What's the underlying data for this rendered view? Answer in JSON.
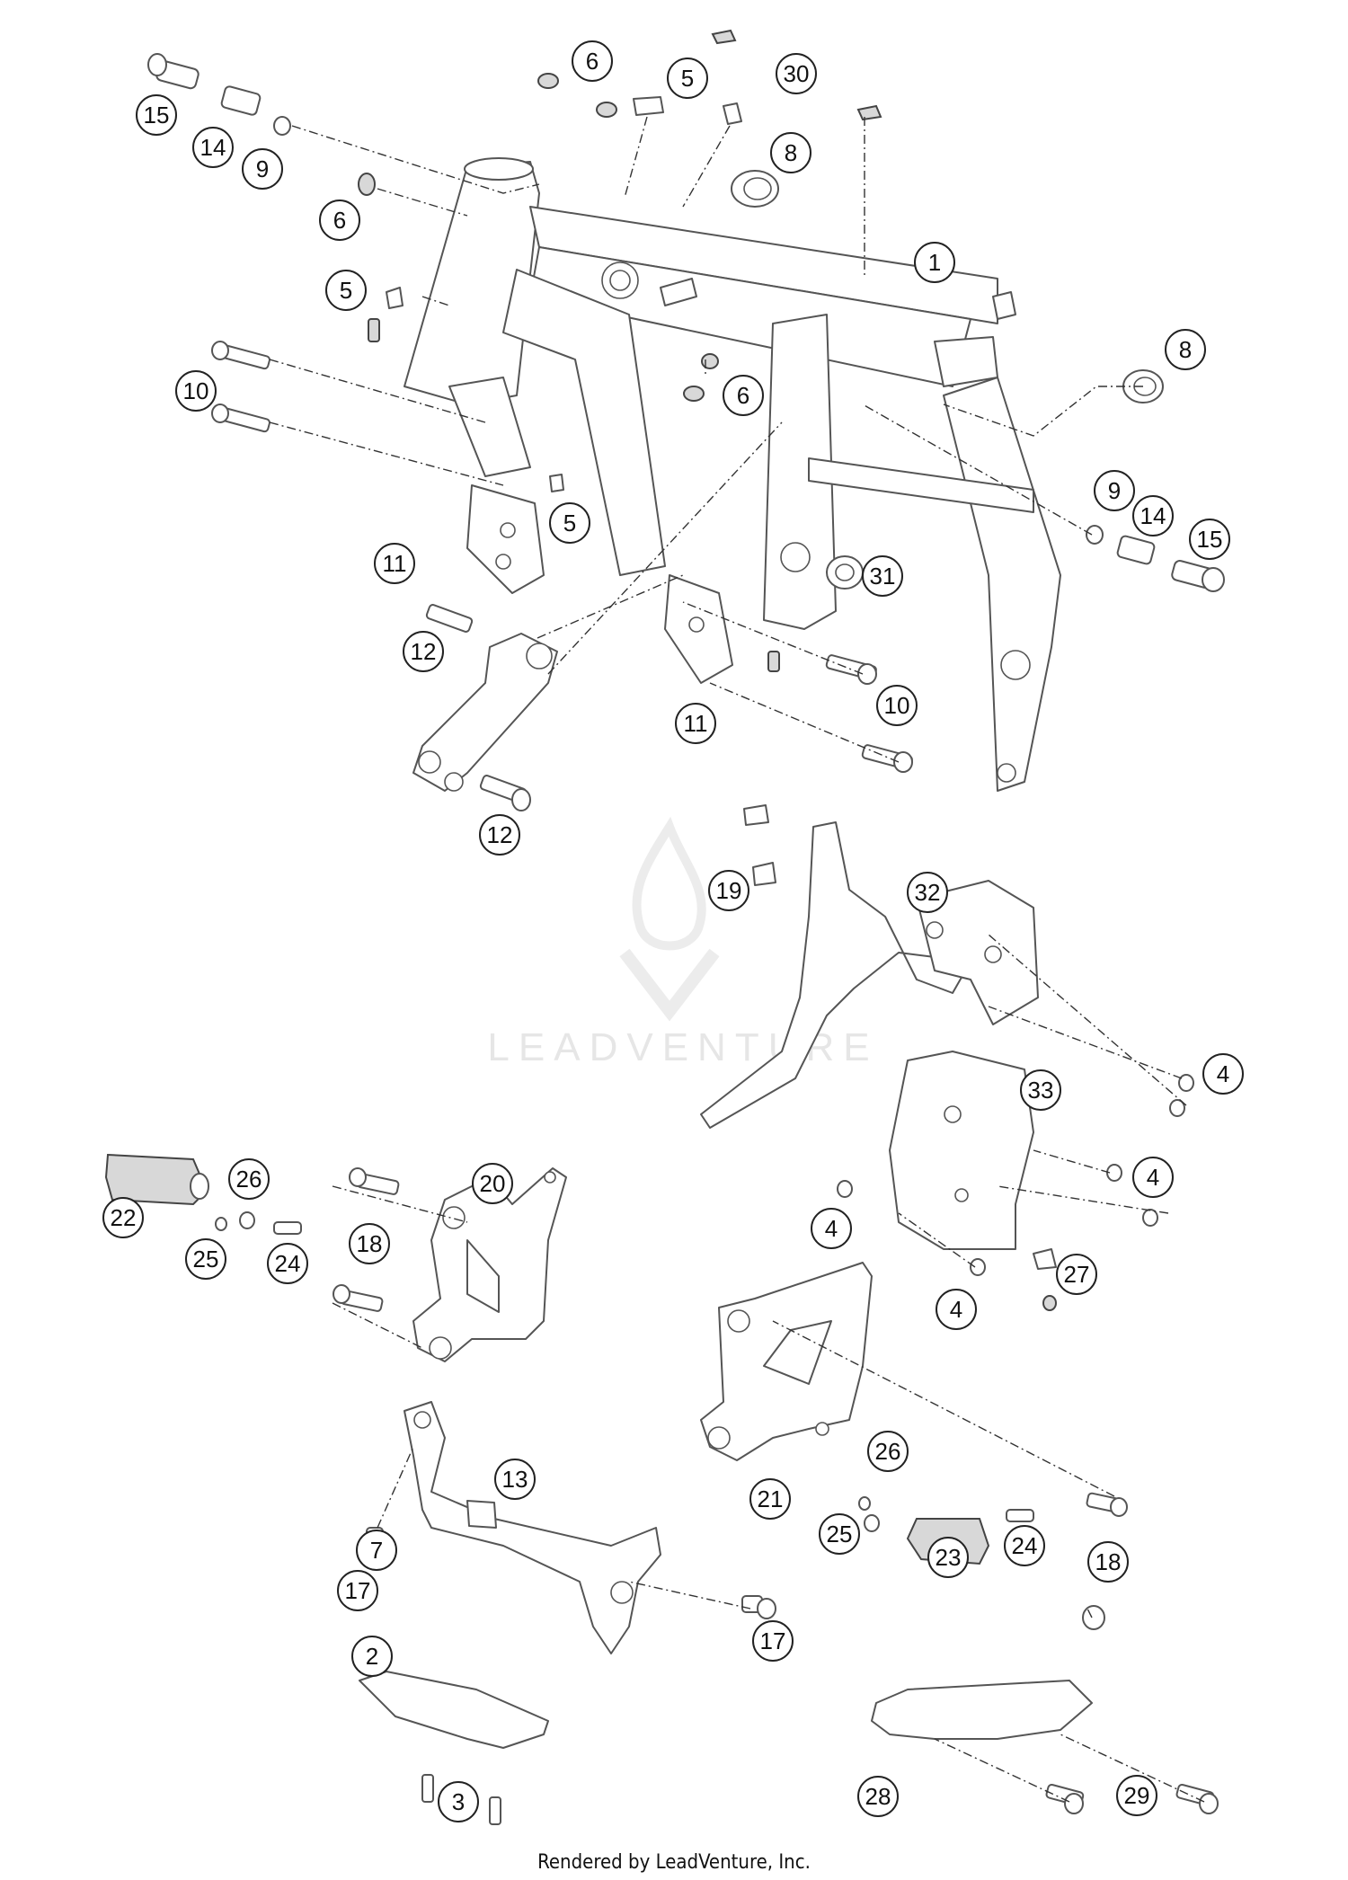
{
  "diagram": {
    "callouts": [
      {
        "label": "1"
      },
      {
        "label": "2"
      },
      {
        "label": "3"
      },
      {
        "label": "4"
      },
      {
        "label": "4"
      },
      {
        "label": "4"
      },
      {
        "label": "4"
      },
      {
        "label": "5"
      },
      {
        "label": "5"
      },
      {
        "label": "5"
      },
      {
        "label": "6"
      },
      {
        "label": "6"
      },
      {
        "label": "6"
      },
      {
        "label": "7"
      },
      {
        "label": "8"
      },
      {
        "label": "8"
      },
      {
        "label": "9"
      },
      {
        "label": "9"
      },
      {
        "label": "10"
      },
      {
        "label": "10"
      },
      {
        "label": "11"
      },
      {
        "label": "11"
      },
      {
        "label": "12"
      },
      {
        "label": "12"
      },
      {
        "label": "13"
      },
      {
        "label": "14"
      },
      {
        "label": "14"
      },
      {
        "label": "15"
      },
      {
        "label": "15"
      },
      {
        "label": "17"
      },
      {
        "label": "17"
      },
      {
        "label": "18"
      },
      {
        "label": "18"
      },
      {
        "label": "19"
      },
      {
        "label": "20"
      },
      {
        "label": "21"
      },
      {
        "label": "22"
      },
      {
        "label": "23"
      },
      {
        "label": "24"
      },
      {
        "label": "24"
      },
      {
        "label": "25"
      },
      {
        "label": "25"
      },
      {
        "label": "26"
      },
      {
        "label": "26"
      },
      {
        "label": "27"
      },
      {
        "label": "28"
      },
      {
        "label": "29"
      },
      {
        "label": "30"
      },
      {
        "label": "31"
      },
      {
        "label": "32"
      },
      {
        "label": "33"
      }
    ]
  },
  "watermark": {
    "text": "LEADVENTURE"
  },
  "footer": {
    "text": "Rendered by LeadVenture, Inc."
  },
  "colors": {
    "line": "#555555",
    "callout_stroke": "#222222",
    "watermark": "#e6e6e6"
  }
}
